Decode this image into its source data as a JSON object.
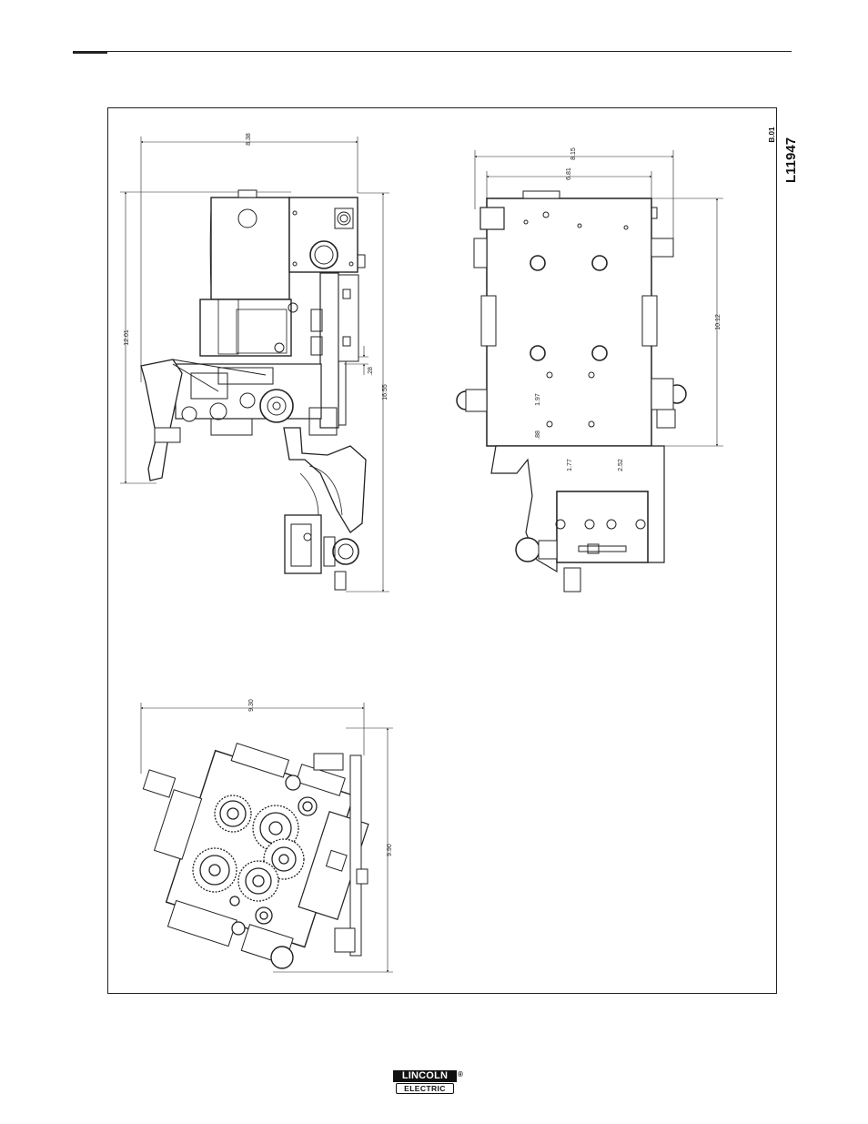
{
  "drawing": {
    "number": "L11947",
    "revision": "B.01"
  },
  "views": {
    "side": {
      "dimensions": {
        "top_width": "8.38",
        "left_height": "12.01",
        "right_height": "16.55",
        "small_offset": ".28"
      }
    },
    "front": {
      "dimensions": {
        "overall_width": "8.15",
        "body_width": "6.81",
        "height": "10.12",
        "hole_v1": "1.97",
        "hole_v2": ".88",
        "hole_h1": "1.77",
        "hole_h2": "2.52"
      }
    },
    "bottom": {
      "dimensions": {
        "width": "9.30",
        "height": "9.90"
      }
    }
  },
  "footer": {
    "logo_top": "LINCOLN",
    "logo_bottom": "ELECTRIC",
    "logo_mark": "®"
  }
}
